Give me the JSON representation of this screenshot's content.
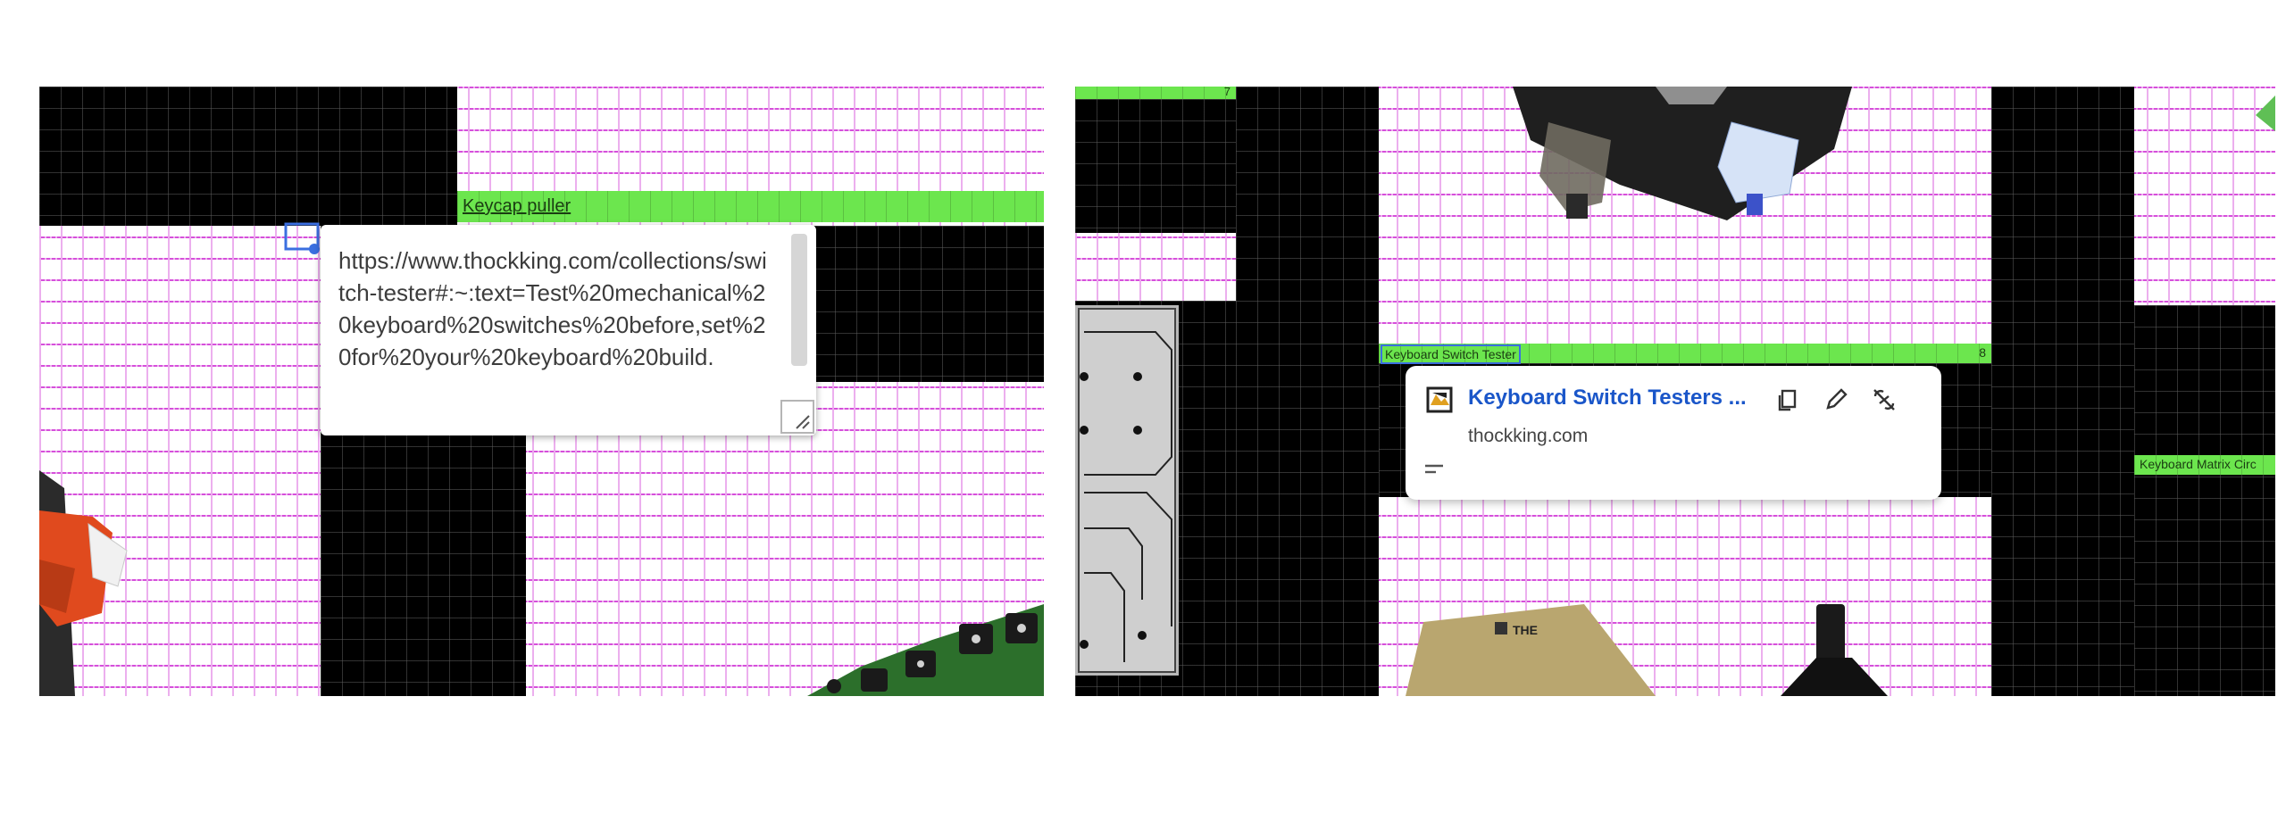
{
  "left_pane": {
    "green_label": "Keycap puller",
    "url_tooltip": {
      "url": "https://www.thockking.com/collections/switch-tester#:~:text=Test%20mechanical%20keyboard%20switches%20before,set%20for%20your%20keyboard%20build."
    }
  },
  "right_pane": {
    "top_bar_number": "7",
    "green_label_selected": "Keyboard Switch Tester",
    "green_bar_number": "8",
    "right_green_label": "Keyboard Matrix Circ",
    "link_card": {
      "title": "Keyboard Switch Testers ...",
      "domain": "thockking.com",
      "icons": [
        "site-favicon-icon",
        "copy-link-icon",
        "edit-link-icon",
        "unlink-icon",
        "notes-icon"
      ]
    },
    "product_text": "THE"
  },
  "colors": {
    "grid": "#d13bd6",
    "green": "#6ce64e",
    "link_blue": "#1a56c9",
    "selection_blue": "#3b6fe0"
  }
}
